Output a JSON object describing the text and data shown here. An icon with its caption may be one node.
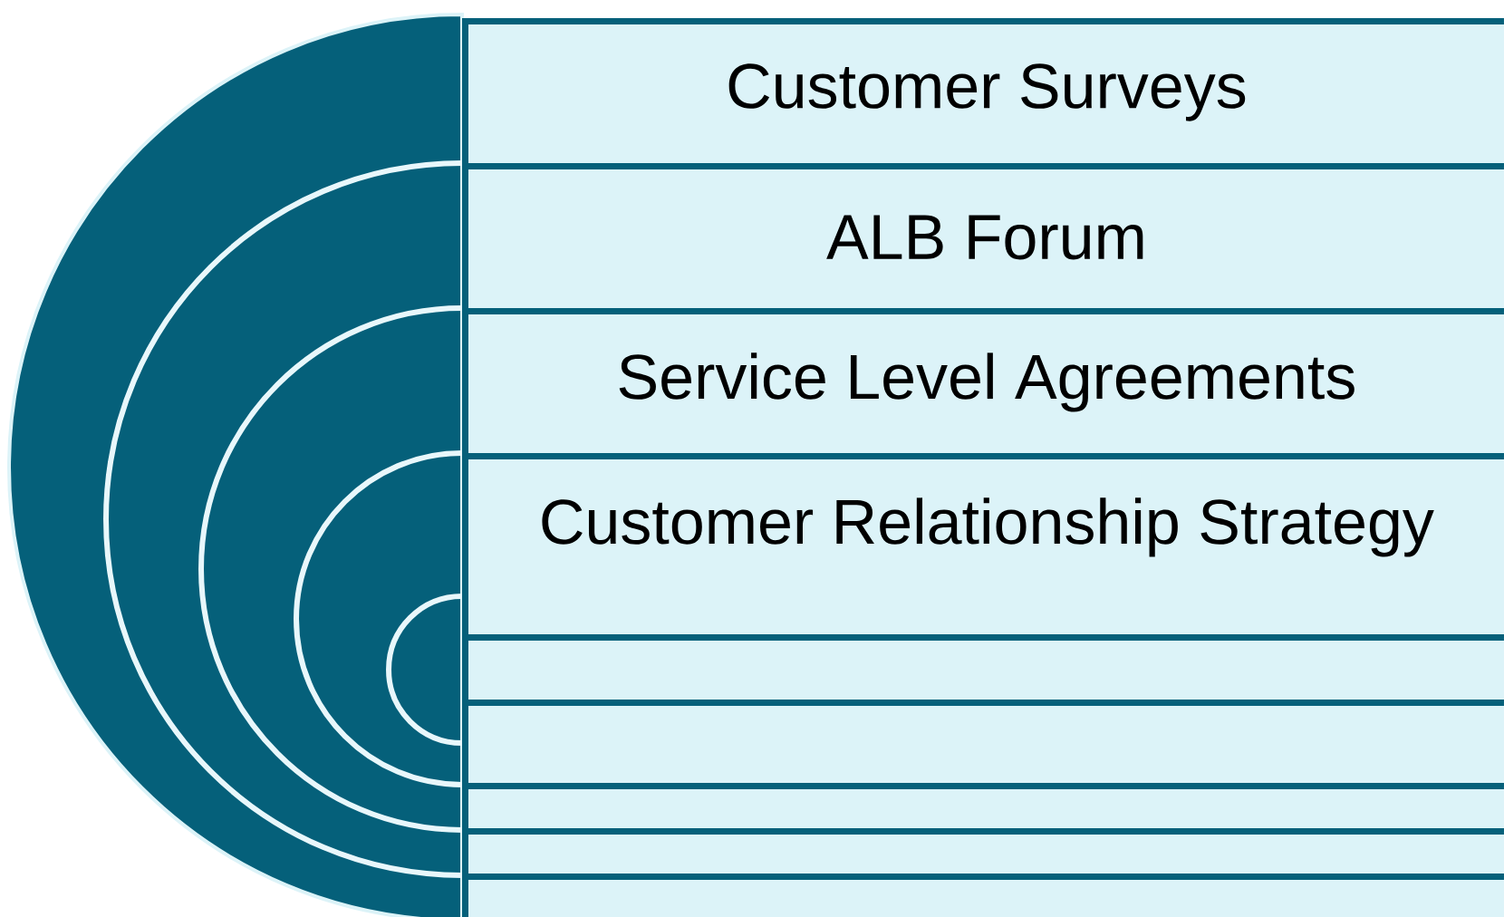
{
  "diagram": {
    "nodes": [
      {
        "text": [
          "Customer Surveys"
        ]
      },
      {
        "text": [
          "ALB Forum"
        ]
      },
      {
        "text": [
          "Service Level Agreements"
        ]
      },
      {
        "text": [
          "Customer Relationship Strategy"
        ]
      },
      {
        "text": [],
        "shape": "box"
      },
      {
        "text": [],
        "shape": "box"
      },
      {
        "text": [],
        "shape": "box"
      },
      {
        "text": [],
        "shape": "box"
      },
      {
        "text": [],
        "shape": "box"
      }
    ]
  }
}
